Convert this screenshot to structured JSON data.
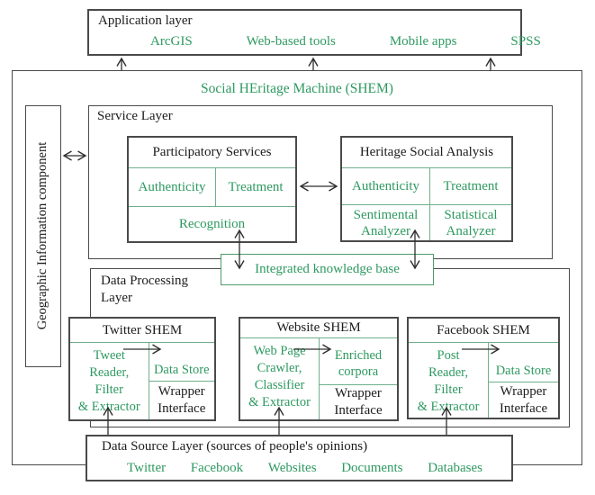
{
  "colors": {
    "accent_green": "#2E9960",
    "divider_green": "#6FAF8B",
    "kb_border_green": "#4E9B6A",
    "box_border": "#4a4a4a",
    "arrow": "#2e2e2e"
  },
  "application_layer": {
    "title": "Application layer",
    "items": [
      "ArcGIS",
      "Web-based tools",
      "Mobile apps",
      "SPSS"
    ]
  },
  "shem_title": "Social HEritage Machine (SHEM)",
  "geo_component": "Geographic Information component",
  "service_layer": {
    "title": "Service Layer",
    "participatory_services": {
      "title": "Participatory Services",
      "authenticity": "Authenticity",
      "treatment": "Treatment",
      "recognition": "Recognition"
    },
    "heritage_social_analysis": {
      "title": "Heritage Social Analysis",
      "authenticity": "Authenticity",
      "treatment": "Treatment",
      "sentimental_analyzer": "Sentimental\nAnalyzer",
      "statistical_analyzer": "Statistical\nAnalyzer"
    }
  },
  "integrated_knowledge_base": "Integrated knowledge base",
  "data_processing_layer": {
    "title": "Data Processing\nLayer",
    "twitter_shem": {
      "title": "Twitter SHEM",
      "processor": "Tweet\nReader,\nFilter\n& Extractor",
      "store": "Data Store",
      "wrapper": "Wrapper\nInterface"
    },
    "website_shem": {
      "title": "Website SHEM",
      "processor": "Web Page\nCrawler,\nClassifier\n& Extractor",
      "store": "Enriched\ncorpora",
      "wrapper": "Wrapper\nInterface"
    },
    "facebook_shem": {
      "title": "Facebook SHEM",
      "processor": "Post\nReader,\nFilter\n& Extractor",
      "store": "Data Store",
      "wrapper": "Wrapper\nInterface"
    }
  },
  "data_source_layer": {
    "title": "Data Source Layer (sources of people's opinions)",
    "items": [
      "Twitter",
      "Facebook",
      "Websites",
      "Documents",
      "Databases"
    ]
  }
}
